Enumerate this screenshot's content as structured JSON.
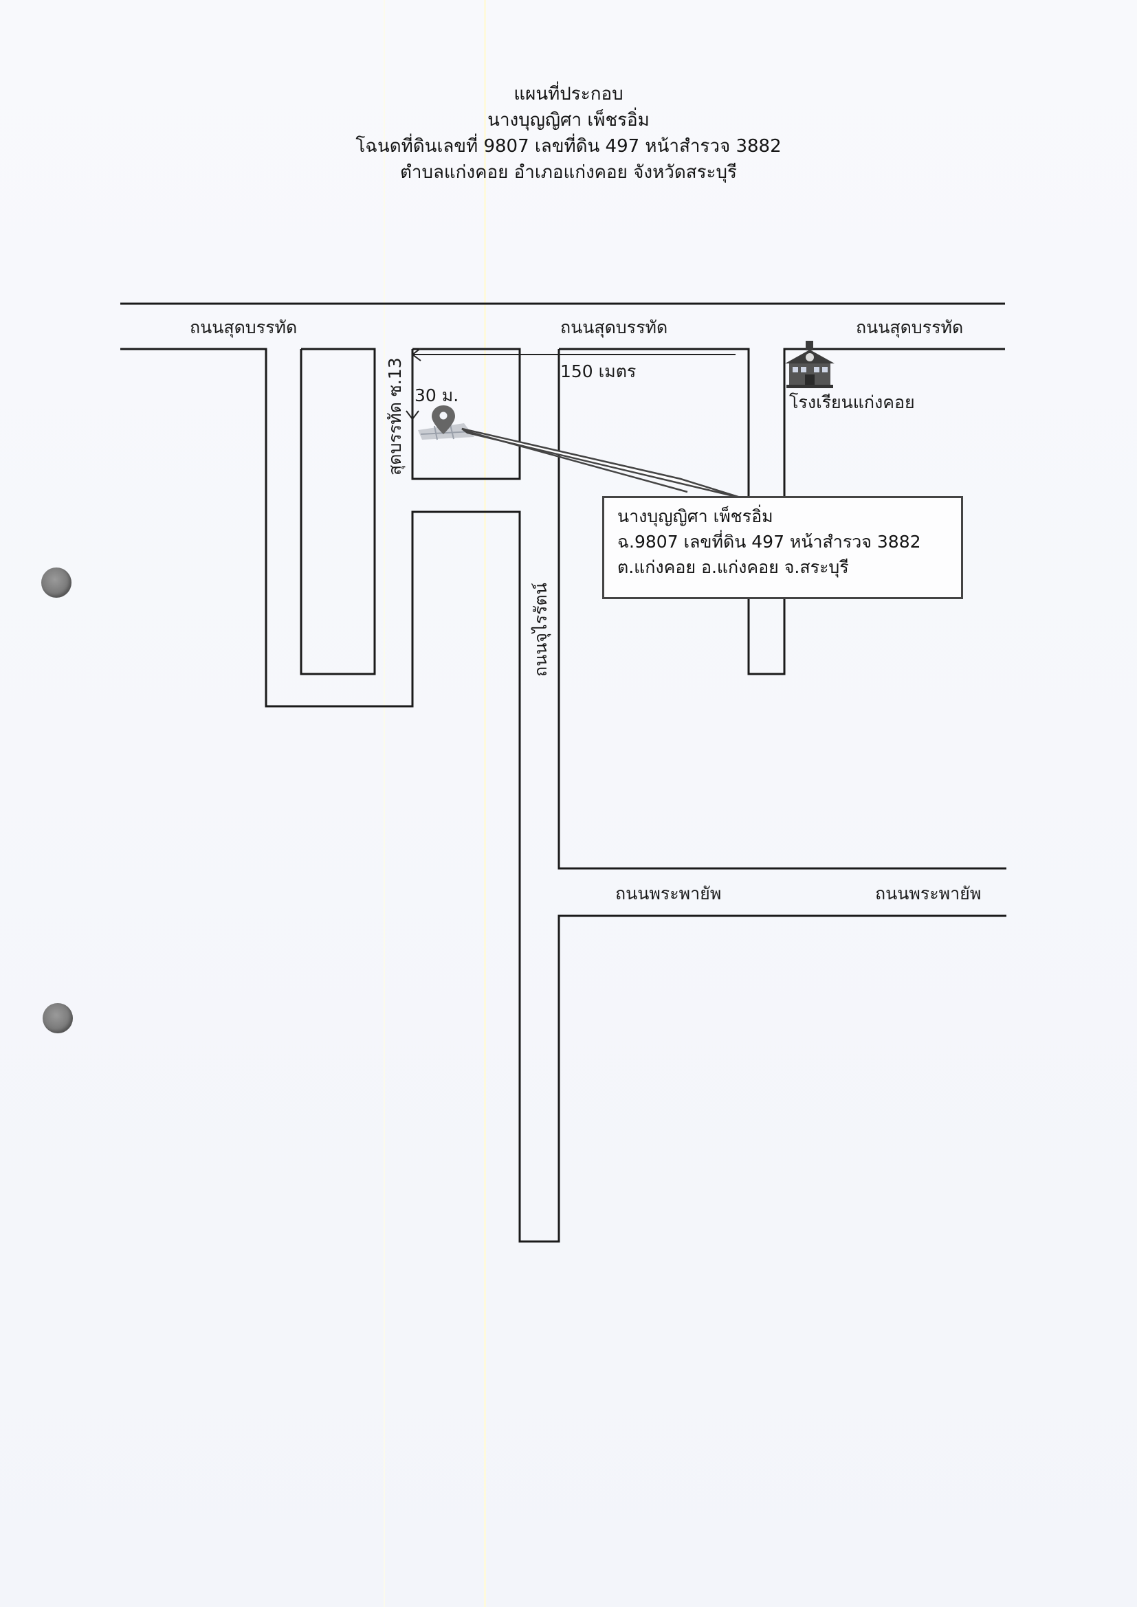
{
  "title": {
    "line1": "แผนที่ประกอบ",
    "line2": "นางบุญญิศา เพ็ชรอิ่ม",
    "line3": "โฉนดที่ดินเลขที่ 9807 เลขที่ดิน 497 หน้าสำรวจ 3882",
    "line4": "ตำบลแก่งคอย อำเภอแก่งคอย จังหวัดสระบุรี"
  },
  "roads": {
    "sudbanthat_left": "ถนนสุดบรรทัด",
    "sudbanthat_center": "ถนนสุดบรรทัด",
    "sudbanthat_right": "ถนนสุดบรรทัด",
    "soi_13": "สุดบรรทัด ซ.13",
    "chuliraj": "ถนนจุไรรัตน์",
    "phraphayap_center": "ถนนพระพายัพ",
    "phraphayap_right": "ถนนพระพายัพ"
  },
  "distances": {
    "main_road": "150 เมตร",
    "soi": "30 ม."
  },
  "landmark": {
    "school_label": "โรงเรียนแก่งคอย",
    "school_icon": "school-icon"
  },
  "callout": {
    "line1": "นางบุญญิศา เพ็ชรอิ่ม",
    "line2": "ฉ.9807 เลขที่ดิน 497 หน้าสำรวจ 3882",
    "line3": "ต.แก่งคอย อ.แก่งคอย จ.สระบุรี"
  },
  "marker": {
    "icon": "location-pin-icon",
    "color": "#666666"
  }
}
